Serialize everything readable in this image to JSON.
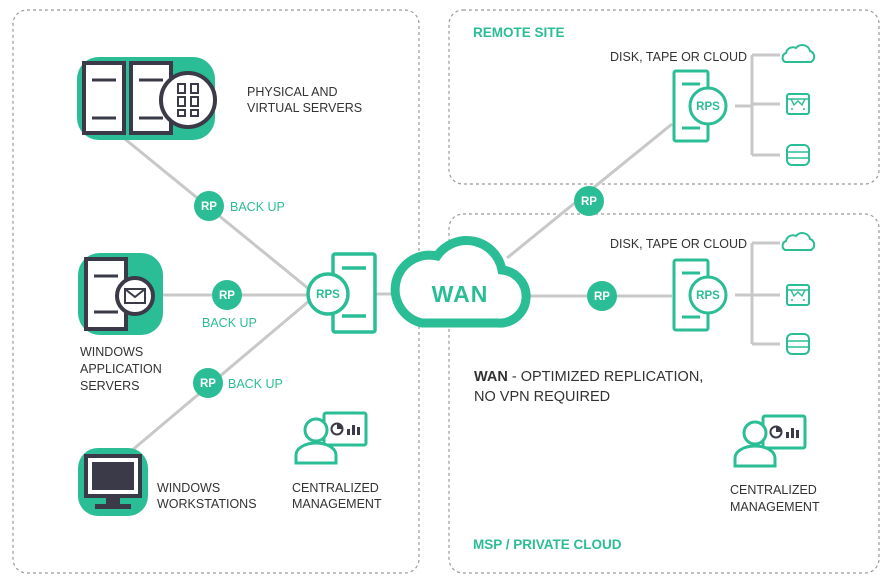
{
  "colors": {
    "teal": "#2bbd95",
    "dark": "#3a3a48",
    "gray_line": "#c8c8c8",
    "dashed_border": "#9a9a9a",
    "text": "#333333"
  },
  "left_site": {
    "physical_servers": {
      "line1": "PHYSICAL AND",
      "line2": "VIRTUAL SERVERS"
    },
    "app_servers": {
      "line1": "WINDOWS",
      "line2": "APPLICATION",
      "line3": "SERVERS"
    },
    "workstations": {
      "line1": "WINDOWS",
      "line2": "WORKSTATIONS"
    },
    "management": {
      "line1": "CENTRALIZED",
      "line2": "MANAGEMENT"
    },
    "rp_badge": "RP",
    "back_up_label": "BACK UP",
    "rps_label": "RPS"
  },
  "wan": {
    "label": "WAN"
  },
  "remote_site": {
    "title": "REMOTE SITE",
    "storage_label": "DISK, TAPE OR CLOUD",
    "rps_label": "RPS",
    "rp_badge": "RP"
  },
  "msp_site": {
    "title": "MSP / PRIVATE CLOUD",
    "storage_label": "DISK, TAPE OR CLOUD",
    "rps_label": "RPS",
    "rp_badge": "RP",
    "note": {
      "bold": "WAN",
      "rest": " - OPTIMIZED REPLICATION,",
      "line2": "NO VPN REQUIRED"
    },
    "management": {
      "line1": "CENTRALIZED",
      "line2": "MANAGEMENT"
    }
  },
  "icons": [
    "server-pair-icon",
    "virtual-server-icon",
    "application-server-icon",
    "mail-icon",
    "workstation-monitor-icon",
    "management-user-icon",
    "dashboard-icon",
    "rps-server-icon",
    "wan-cloud-icon",
    "cloud-storage-icon",
    "tape-icon",
    "disk-icon"
  ]
}
